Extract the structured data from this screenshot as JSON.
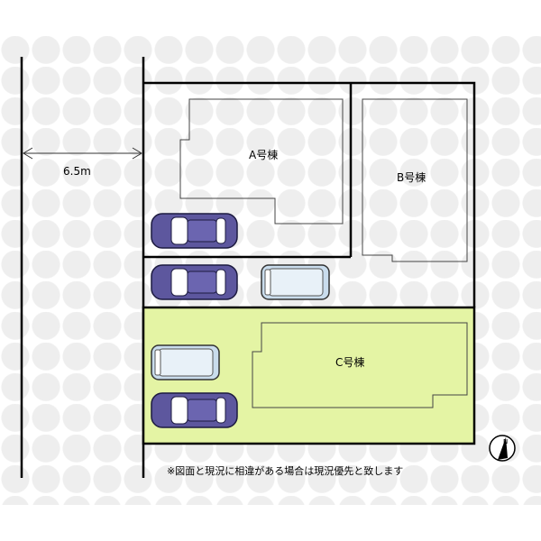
{
  "road": {
    "width_label": "6.5m"
  },
  "lots": [
    {
      "id": "A",
      "label": "A号棟"
    },
    {
      "id": "B",
      "label": "B号棟"
    },
    {
      "id": "C",
      "label": "C号棟"
    }
  ],
  "note": "※図面と現況に相違がある場合は現況優先と致します",
  "compass": {
    "label": "N"
  },
  "colors": {
    "lot_c_fill": "#e4f4a4",
    "sedan": "#5d579e",
    "van": "#c9dcec"
  }
}
